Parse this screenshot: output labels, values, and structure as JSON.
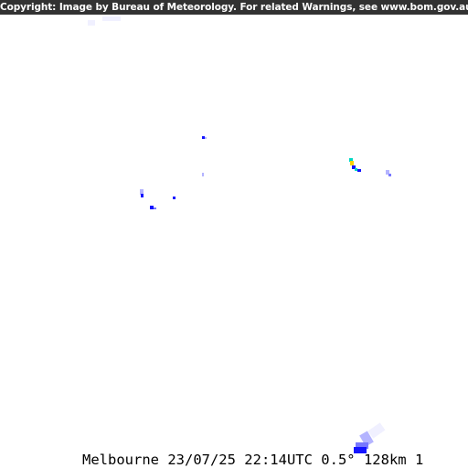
{
  "header": {
    "copyright": "Copyright: Image by Bureau of Meteorology. For related Warnings, see www.bom.gov.au"
  },
  "radar": {
    "station": "Melbourne",
    "date": "23/07/25",
    "time": "22:14UTC",
    "elevation": "0.5°",
    "range": "128km",
    "sequence": "1",
    "label": "Melbourne 23/07/25 22:14UTC 0.5° 128km 1"
  },
  "colors": {
    "background": "#ffffff",
    "header_bar": "#323232",
    "echo_very_light": "#f0f0ff",
    "echo_light": "#b4b4ff",
    "echo_medium": "#7878ff",
    "echo_moderate": "#1414ff",
    "echo_heavy_green": "#00d8c3",
    "echo_heavy_yellow": "#ffd200"
  }
}
